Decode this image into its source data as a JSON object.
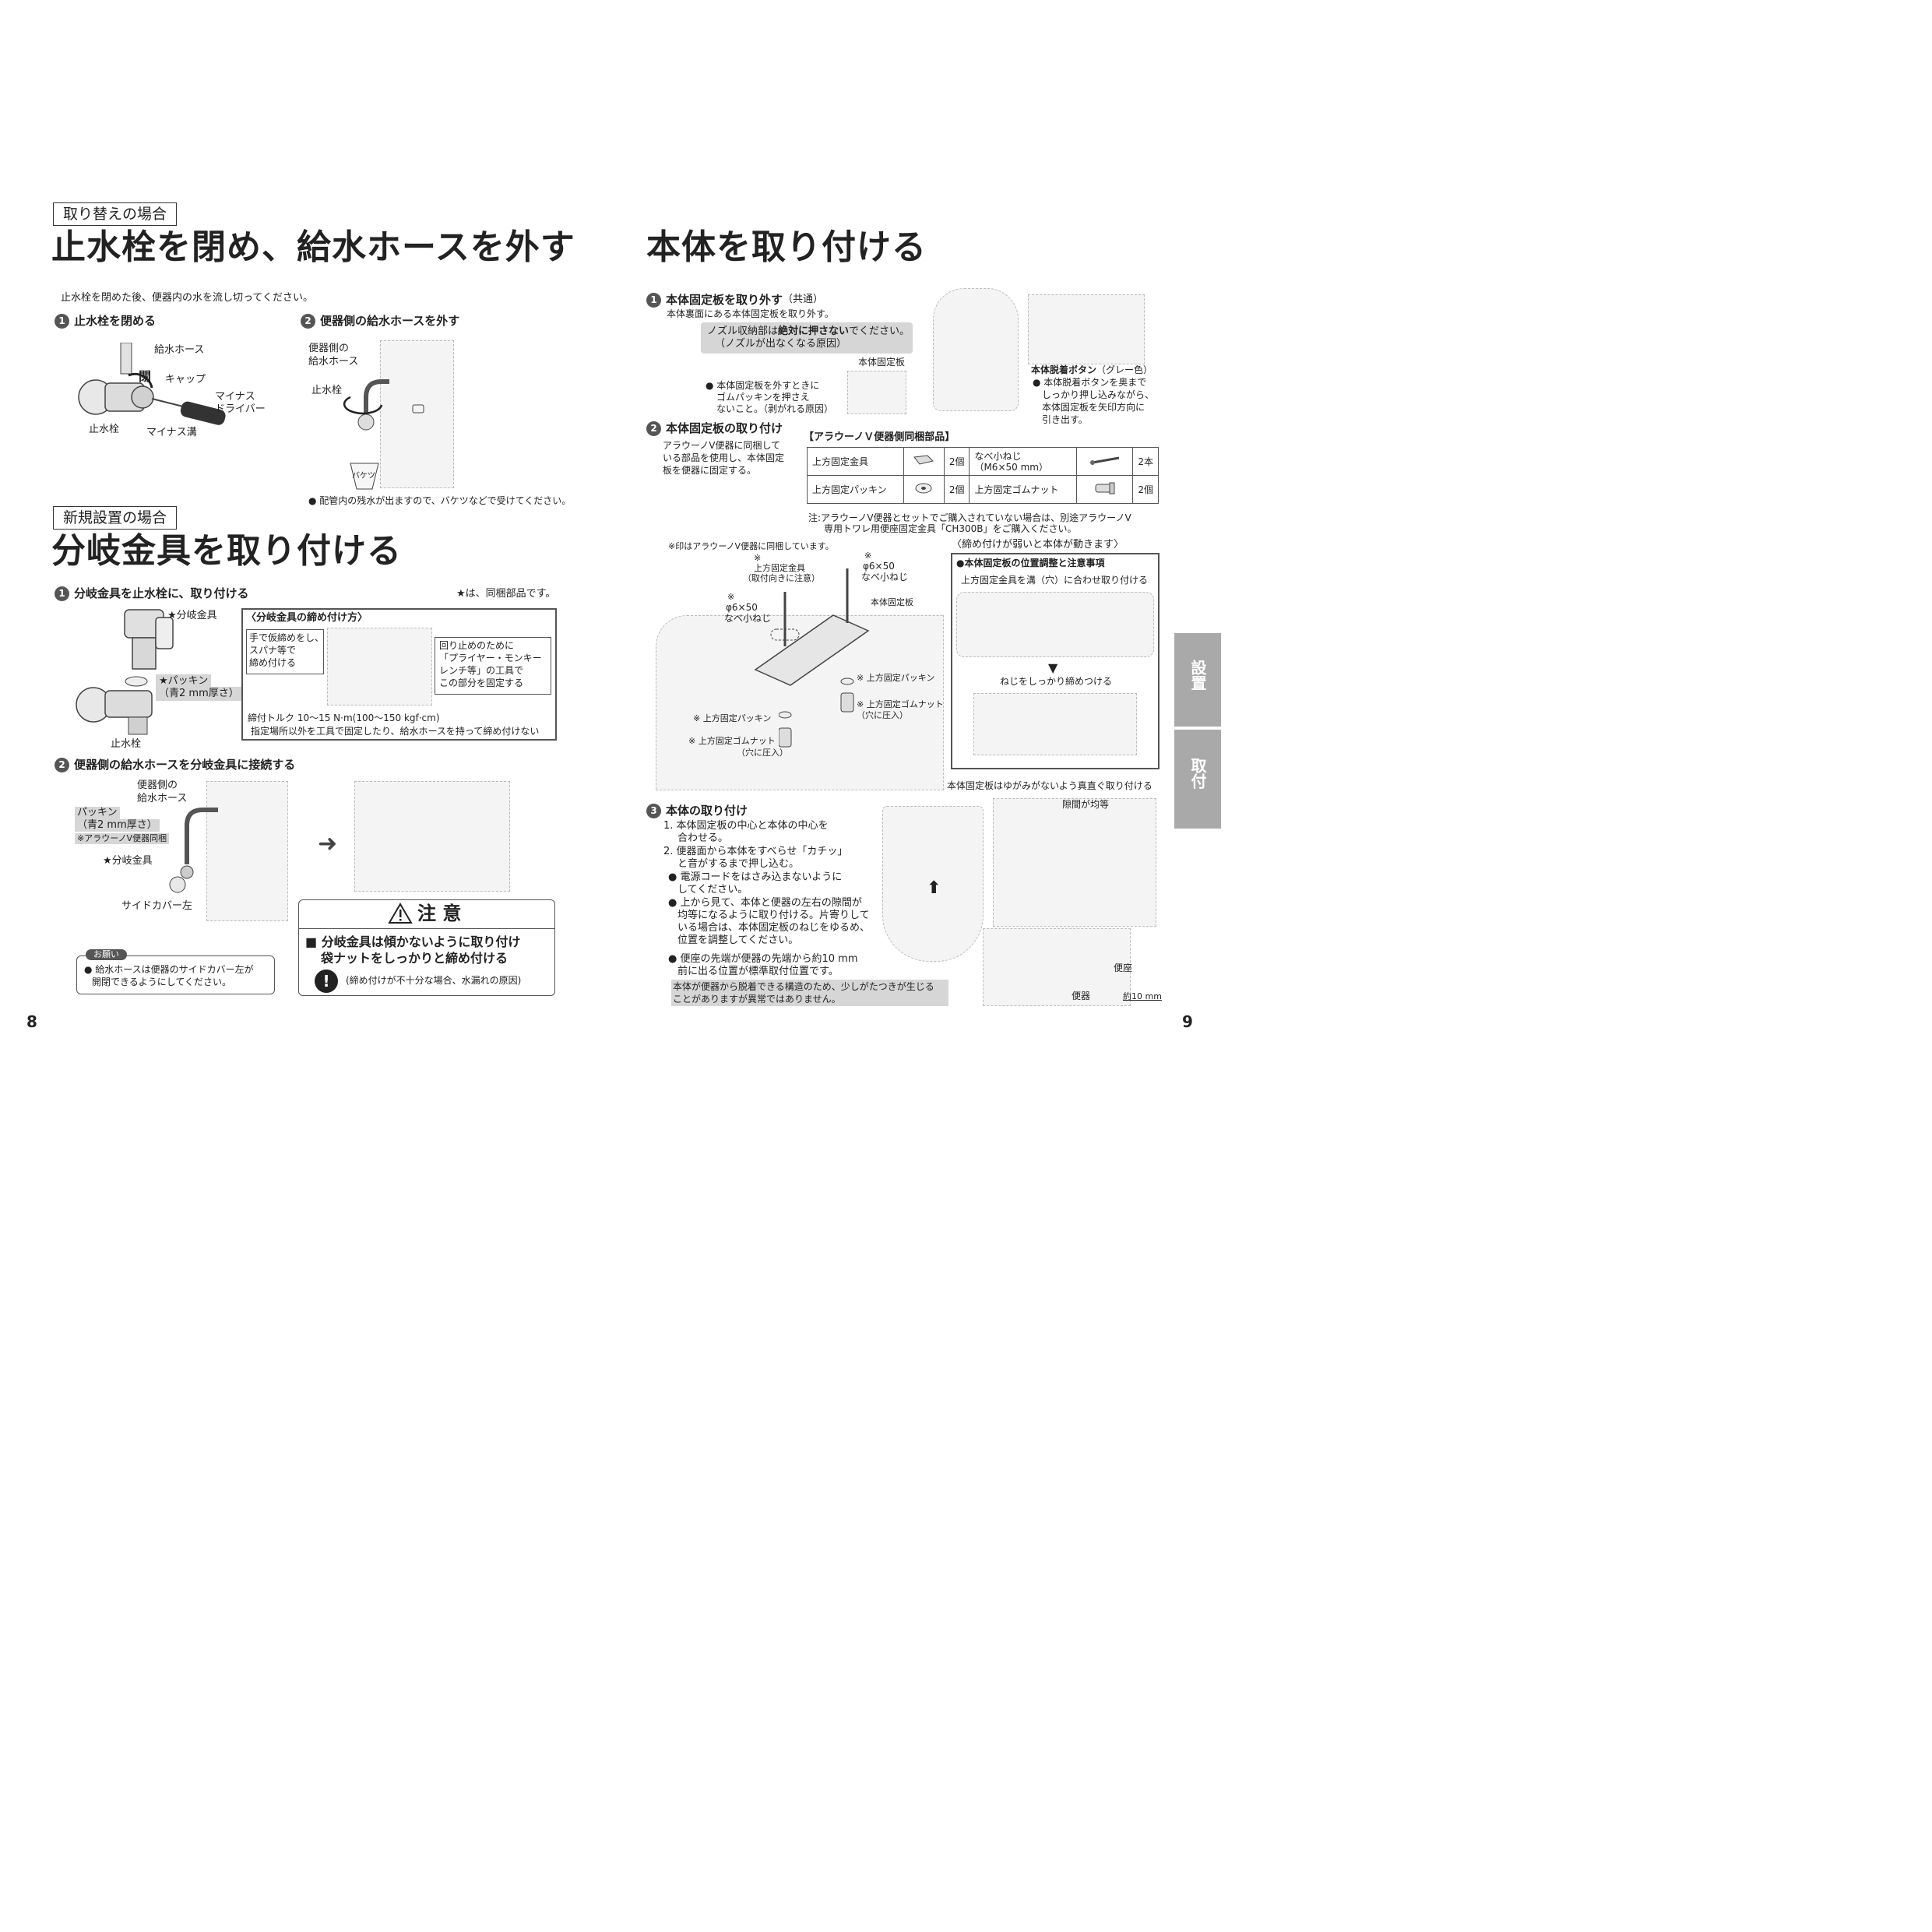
{
  "left": {
    "replace": {
      "tag": "取り替えの場合",
      "title": "止水栓を閉め、給水ホースを外す",
      "intro": "止水栓を閉めた後、便器内の水を流し切ってください。",
      "step1": {
        "num": "1",
        "title": "止水栓を閉める"
      },
      "fig1": {
        "hose": "給水ホース",
        "close": "閉",
        "cap": "キャップ",
        "driver1": "マイナス",
        "driver2": "ドライバー",
        "valve": "止水栓",
        "groove": "マイナス溝"
      },
      "step2": {
        "num": "2",
        "title": "便器側の給水ホースを外す"
      },
      "fig2": {
        "hose1": "便器側の",
        "hose2": "給水ホース",
        "valve": "止水栓",
        "bucket": "バケツ"
      },
      "note": "● 配管内の残水が出ますので、バケツなどで受けてください。"
    },
    "new": {
      "tag": "新規設置の場合",
      "title": "分岐金具を取り付ける",
      "step1": {
        "num": "1",
        "title": "分岐金具を止水栓に、取り付ける"
      },
      "star_note": "★は、同梱部品です。",
      "fig1": {
        "fitting": "★分岐金具",
        "packing1": "★パッキン",
        "packing2": "（青2 mm厚さ）",
        "valve": "止水栓"
      },
      "howto": {
        "title": "〈分岐金具の締め付け方〉",
        "hand1": "手で仮締めをし、",
        "hand2": "スパナ等で",
        "hand3": "締め付ける",
        "lock1": "回り止めのために",
        "lock2": "「プライヤー・モンキー",
        "lock3": "レンチ等」の工具で",
        "lock4": "この部分を固定する",
        "torque": "締付トルク 10～15 N·m(100～150 kgf·cm)",
        "warn": "指定場所以外を工具で固定したり、給水ホースを持って締め付けない"
      },
      "step2": {
        "num": "2",
        "title": "便器側の給水ホースを分岐金具に接続する"
      },
      "fig2": {
        "hose1": "便器側の",
        "hose2": "給水ホース",
        "packing1": "パッキン",
        "packing2": "（青2 mm厚さ）",
        "packing3": "※アラウーノV便器同梱",
        "fitting": "★分岐金具",
        "cover": "サイドカバー左",
        "arrow": "➜"
      },
      "request": {
        "label": "お願い",
        "line1": "● 給水ホースは便器のサイドカバー左が",
        "line2": "開閉できるようにしてください。"
      },
      "caution": {
        "title": "注 意",
        "line1": "■ 分岐金具は傾かないように取り付け",
        "line2": "袋ナットをしっかりと締め付ける",
        "reason": "(締め付けが不十分な場合、水漏れの原因)"
      }
    },
    "page_number": "8"
  },
  "right": {
    "title": "本体を取り付ける",
    "step1": {
      "num": "1",
      "title": "本体固定板を取り外す",
      "title_note": "（共通）",
      "desc": "本体裏面にある本体固定板を取り外す。",
      "gray1_pre": "ノズル収納部は",
      "gray1_bold": "絶対に押さない",
      "gray1_post": "でください。",
      "gray2": "（ノズルが出なくなる原因）",
      "plate": "本体固定板",
      "pk1": "● 本体固定板を外すときに",
      "pk2": "ゴムパッキンを押さえ",
      "pk3": "ないこと。（剥がれる原因）",
      "btn_bold": "本体脱着ボタン",
      "btn_note": "（グレー色）",
      "btn1": "● 本体脱着ボタンを奥まで",
      "btn2": "しっかり押し込みながら、",
      "btn3": "本体固定板を矢印方向に",
      "btn4": "引き出す。"
    },
    "step2": {
      "num": "2",
      "title": "本体固定板の取り付け",
      "desc1": "アラウーノV便器に同梱して",
      "desc2": "いる部品を使用し、本体固定",
      "desc3": "板を便器に固定する。",
      "parts_title": "【アラウーノＶ便器側同梱部品】",
      "parts": [
        {
          "name": "上方固定金具",
          "qty": "2個",
          "name2": "なべ小ねじ\n（M6×50 mm）",
          "qty2": "2本"
        },
        {
          "name": "上方固定パッキン",
          "qty": "2個",
          "name2": "上方固定ゴムナット",
          "qty2": "2個"
        }
      ],
      "note1": "注:アラウーノV便器とセットでご購入されていない場合は、別途アラウーノV",
      "note2": "専用トワレ用便座固定金具「CH300B」をご購入ください。",
      "mark_note": "※印はアラウーノV便器に同梱しています。",
      "loose": "〈締め付けが弱いと本体が動きます〉",
      "fig": {
        "bracket1": "※",
        "bracket2": "上方固定金具",
        "bracket3": "（取付向きに注意）",
        "screw_a1": "※",
        "screw_a2": "φ6×50",
        "screw_a3": "なべ小ねじ",
        "screw_b1": "※",
        "screw_b2": "φ6×50",
        "screw_b3": "なべ小ねじ",
        "plate": "本体固定板",
        "pk_r": "※ 上方固定パッキン",
        "nut_r1": "※ 上方固定ゴムナット",
        "nut_r2": "（穴に圧入）",
        "pk_l": "※ 上方固定パッキン",
        "nut_l1": "※ 上方固定ゴムナット",
        "nut_l2": "（穴に圧入）"
      },
      "adjust": {
        "title": "●本体固定板の位置調整と注意事項",
        "line1": "上方固定金具を溝（穴）に合わせ取り付ける",
        "line2": "ねじをしっかり締めつける",
        "bottom": "本体固定板はゆがみがないよう真直ぐ取り付ける"
      }
    },
    "step3": {
      "num": "3",
      "title": "本体の取り付け",
      "l1": "1. 本体固定板の中心と本体の中心を",
      "l2": "合わせる。",
      "l3": "2. 便器面から本体をすべらせ「カチッ」",
      "l4": "と音がするまで押し込む。",
      "l5": "● 電源コードをはさみ込まないように",
      "l6": "してください。",
      "l7": "● 上から見て、本体と便器の左右の隙間が",
      "l8": "均等になるように取り付ける。片寄りして",
      "l9": "いる場合は、本体固定板のねじをゆるめ、",
      "l10": "位置を調整してください。",
      "l11": "● 便座の先端が便器の先端から約10 mm",
      "l12": "前に出る位置が標準取付位置です。",
      "gray1": "本体が便器から脱着できる構造のため、少しがたつきが生じる",
      "gray2": "ことがありますが異常ではありません。",
      "gap": "隙間が均等",
      "seat": "便座",
      "bowl": "便器",
      "mm": "約10 mm"
    },
    "page_number": "9",
    "tabs": {
      "tab1": "設置",
      "tab2": "取付"
    }
  }
}
